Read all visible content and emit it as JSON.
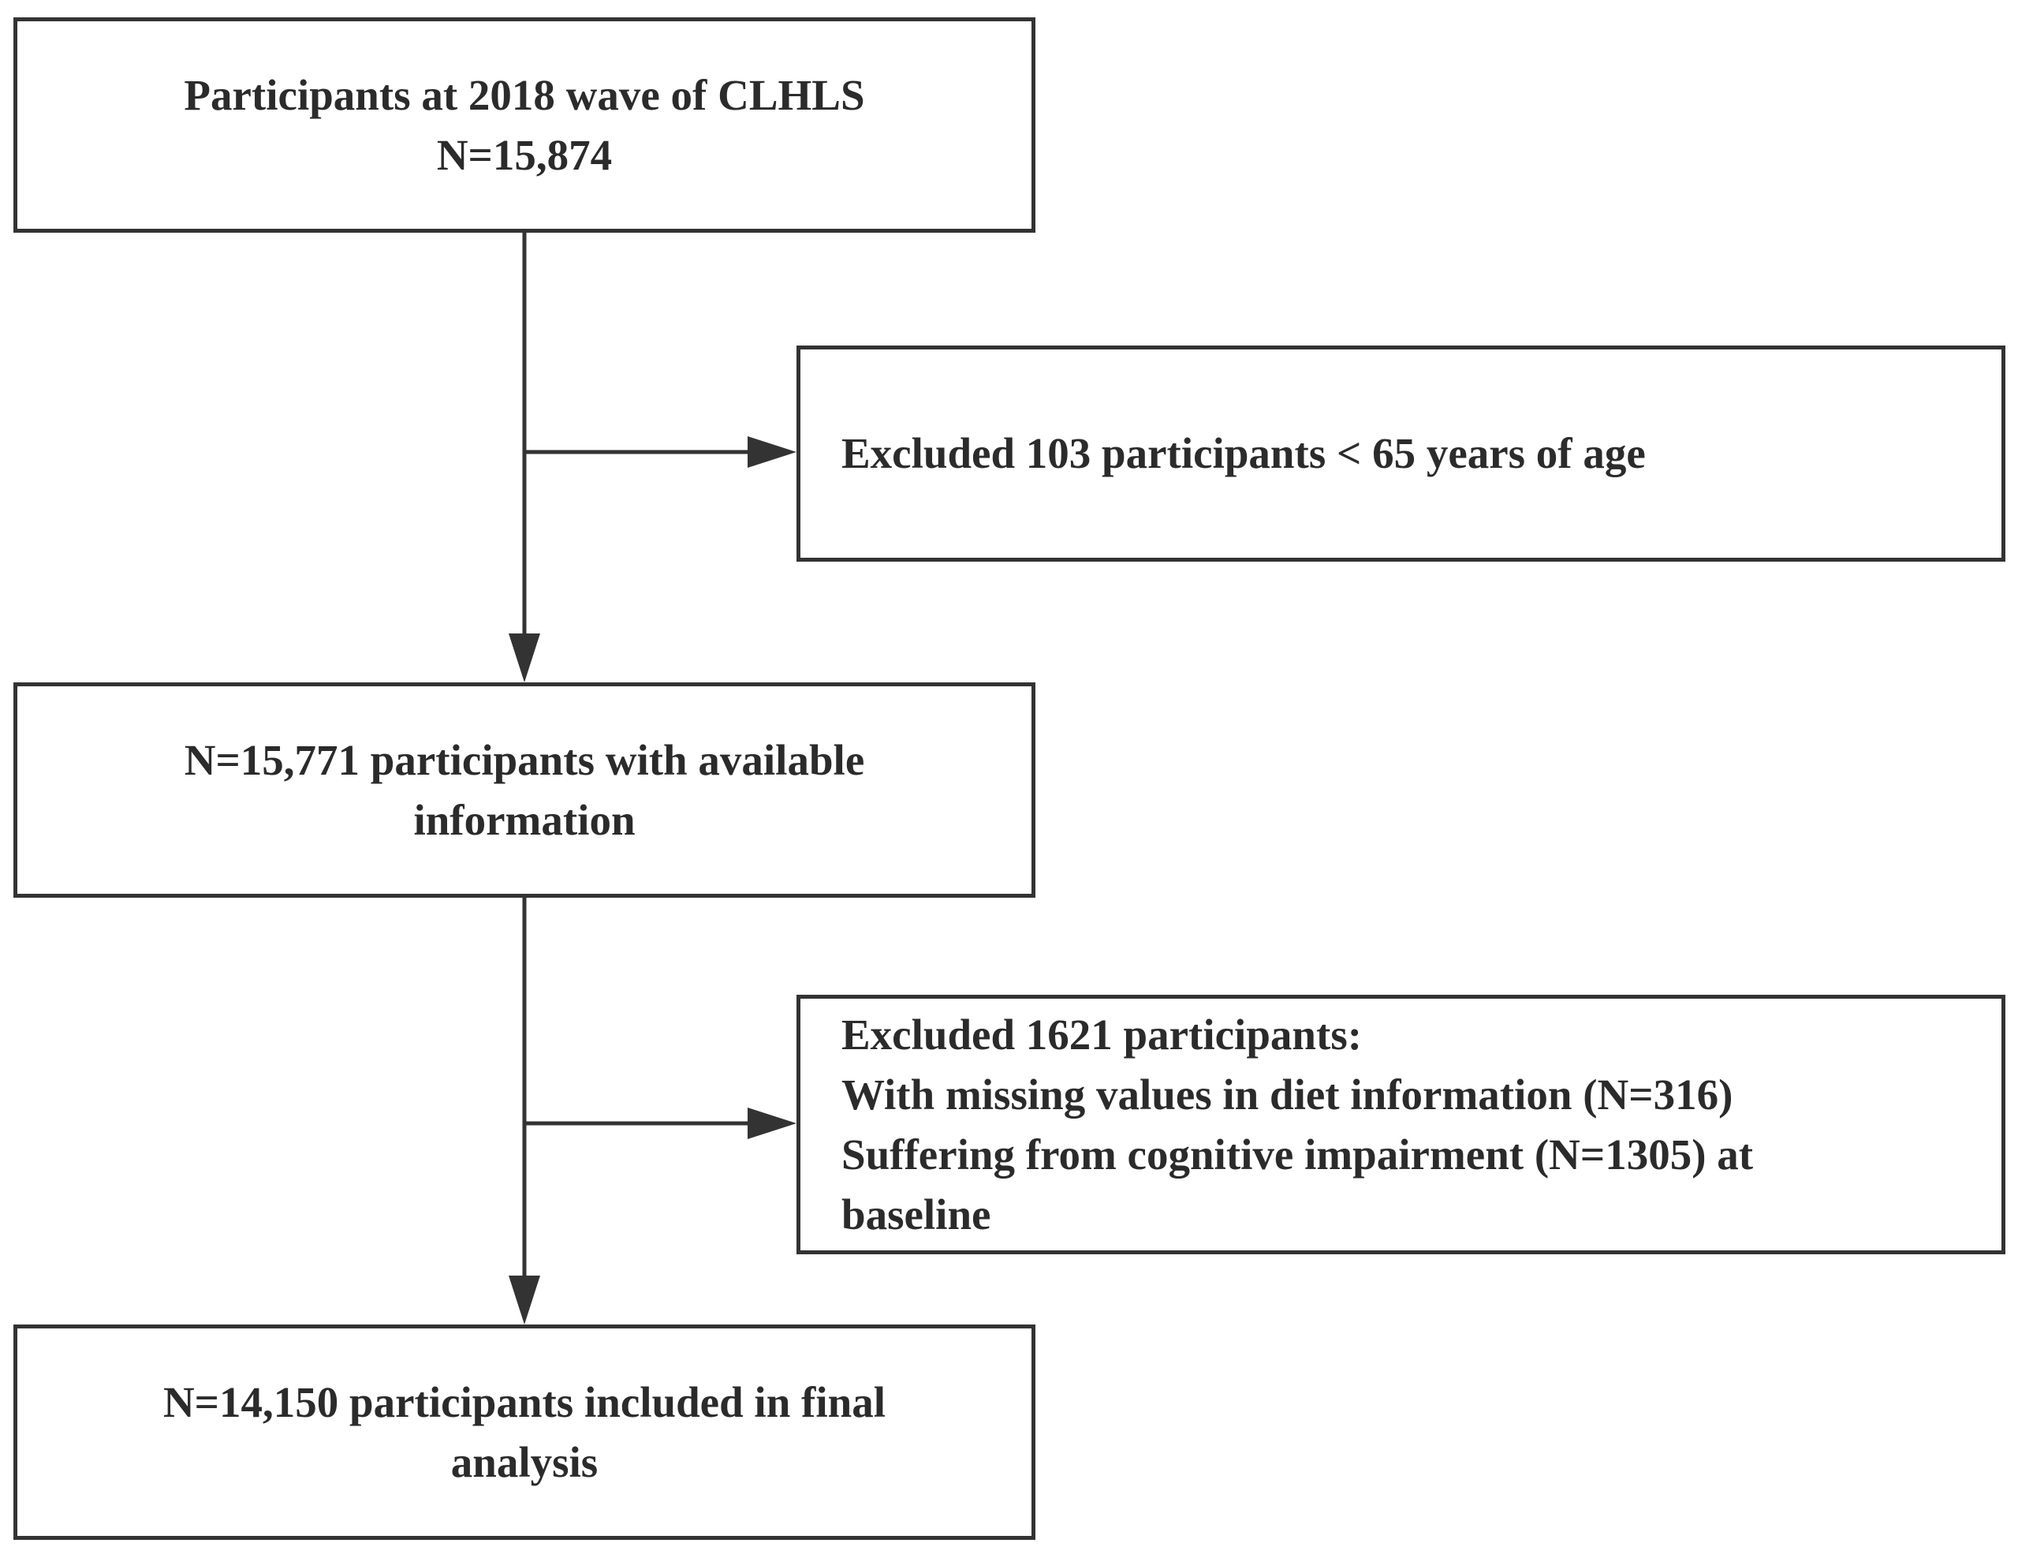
{
  "colors": {
    "stroke": "#333333",
    "text": "#2b2b2b",
    "background": "#ffffff"
  },
  "flow": {
    "start": {
      "line1": "Participants at 2018 wave of CLHLS",
      "line2": "N=15,874"
    },
    "exclusion_1": {
      "line1": "Excluded 103 participants < 65 years of age"
    },
    "available": {
      "line1": "N=15,771 participants with available",
      "line2": "information"
    },
    "exclusion_2": {
      "line1": "Excluded 1621 participants:",
      "line2": "With missing values in diet information (N=316)",
      "line3": "Suffering from cognitive impairment (N=1305) at",
      "line4": "baseline"
    },
    "final": {
      "line1": "N=14,150 participants included in final",
      "line2": "analysis"
    }
  }
}
